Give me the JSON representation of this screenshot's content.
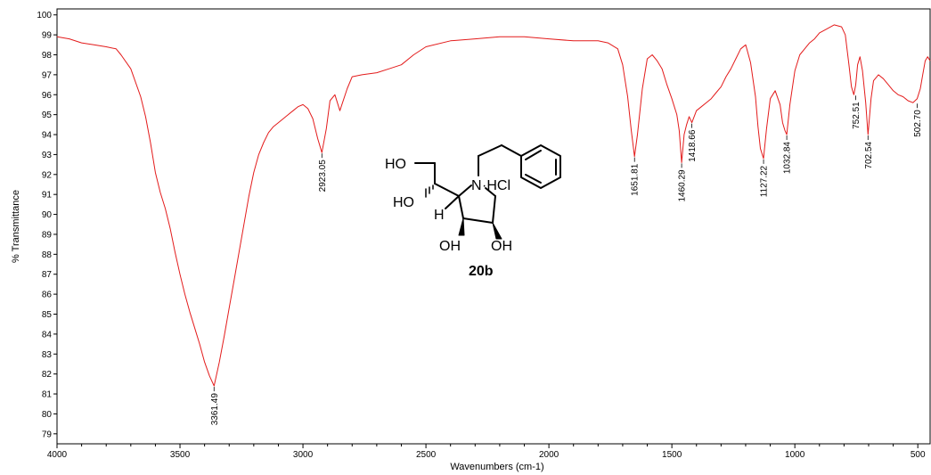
{
  "chart_data": {
    "type": "line",
    "xlabel": "Wavenumbers (cm-1)",
    "ylabel": "% Transmittance",
    "xlim": [
      4000,
      450
    ],
    "ylim": [
      78.5,
      100.3
    ],
    "x_reversed": true,
    "grid": false,
    "x_ticks": [
      4000,
      3500,
      3000,
      2500,
      2000,
      1500,
      1000,
      500
    ],
    "y_ticks": [
      79,
      80,
      81,
      82,
      83,
      84,
      85,
      86,
      87,
      88,
      89,
      90,
      91,
      92,
      93,
      94,
      95,
      96,
      97,
      98,
      99,
      100
    ],
    "line_color": "#e31b1b",
    "series": [
      {
        "x": [
          4000,
          3950,
          3900,
          3850,
          3800,
          3760,
          3740,
          3700,
          3660,
          3640,
          3620,
          3600,
          3580,
          3560,
          3540,
          3520,
          3500,
          3480,
          3460,
          3440,
          3420,
          3400,
          3380,
          3361.49,
          3340,
          3320,
          3300,
          3280,
          3260,
          3240,
          3220,
          3200,
          3180,
          3160,
          3140,
          3120,
          3100,
          3080,
          3060,
          3040,
          3020,
          3000,
          2980,
          2960,
          2940,
          2923.05,
          2905,
          2890,
          2870,
          2850,
          2820,
          2800,
          2760,
          2700,
          2650,
          2600,
          2550,
          2500,
          2400,
          2300,
          2200,
          2100,
          2000,
          1900,
          1800,
          1760,
          1720,
          1700,
          1680,
          1665,
          1651.81,
          1640,
          1620,
          1600,
          1580,
          1560,
          1540,
          1520,
          1500,
          1480,
          1470,
          1460.29,
          1450,
          1440,
          1430,
          1418.66,
          1400,
          1380,
          1360,
          1340,
          1320,
          1300,
          1280,
          1260,
          1240,
          1220,
          1200,
          1180,
          1160,
          1150,
          1140,
          1127.22,
          1115,
          1100,
          1080,
          1060,
          1050,
          1040,
          1032.84,
          1020,
          1000,
          980,
          960,
          940,
          920,
          900,
          870,
          840,
          810,
          795,
          780,
          770,
          760,
          752.51,
          745,
          735,
          725,
          712,
          702.54,
          690,
          680,
          660,
          640,
          620,
          600,
          580,
          560,
          540,
          520,
          502.7,
          490,
          480,
          470,
          460,
          450
        ],
        "y": [
          98.9,
          98.8,
          98.6,
          98.5,
          98.4,
          98.3,
          98.0,
          97.3,
          95.9,
          94.9,
          93.6,
          92.1,
          91.1,
          90.3,
          89.3,
          88.1,
          87.0,
          86.0,
          85.1,
          84.3,
          83.5,
          82.6,
          81.9,
          81.4,
          82.6,
          83.9,
          85.3,
          86.7,
          88.1,
          89.5,
          90.9,
          92.1,
          93.0,
          93.6,
          94.1,
          94.4,
          94.6,
          94.8,
          95.0,
          95.2,
          95.4,
          95.5,
          95.3,
          94.8,
          93.8,
          93.1,
          94.3,
          95.7,
          96.0,
          95.2,
          96.3,
          96.9,
          97.0,
          97.1,
          97.3,
          97.5,
          98.0,
          98.4,
          98.7,
          98.8,
          98.9,
          98.9,
          98.8,
          98.7,
          98.7,
          98.6,
          98.3,
          97.5,
          95.9,
          94.2,
          92.9,
          94.0,
          96.3,
          97.8,
          98.0,
          97.7,
          97.3,
          96.5,
          95.8,
          95.0,
          94.2,
          92.6,
          94.0,
          94.5,
          94.9,
          94.6,
          95.2,
          95.4,
          95.6,
          95.8,
          96.1,
          96.4,
          96.9,
          97.3,
          97.8,
          98.3,
          98.5,
          97.6,
          95.9,
          94.4,
          93.3,
          92.8,
          94.3,
          95.8,
          96.2,
          95.5,
          94.6,
          94.2,
          94.0,
          95.5,
          97.2,
          98.0,
          98.3,
          98.6,
          98.8,
          99.1,
          99.3,
          99.5,
          99.4,
          99.0,
          97.5,
          96.4,
          96.0,
          96.5,
          97.5,
          97.9,
          97.2,
          95.6,
          94.0,
          95.8,
          96.7,
          97.0,
          96.8,
          96.5,
          96.2,
          96.0,
          95.9,
          95.7,
          95.6,
          95.8,
          96.3,
          97.0,
          97.7,
          97.9,
          97.7
        ]
      }
    ],
    "annotations": [
      {
        "x": 3361.49,
        "y": 81.4,
        "label": "3361.49"
      },
      {
        "x": 2923.05,
        "y": 93.1,
        "label": "2923.05"
      },
      {
        "x": 1651.81,
        "y": 92.9,
        "label": "1651.81"
      },
      {
        "x": 1460.29,
        "y": 92.6,
        "label": "1460.29"
      },
      {
        "x": 1418.66,
        "y": 94.6,
        "label": "1418.66"
      },
      {
        "x": 1127.22,
        "y": 92.8,
        "label": "1127.22"
      },
      {
        "x": 1032.84,
        "y": 94.0,
        "label": "1032.84"
      },
      {
        "x": 752.51,
        "y": 96.0,
        "label": "752.51"
      },
      {
        "x": 702.54,
        "y": 94.0,
        "label": "702.54"
      },
      {
        "x": 502.7,
        "y": 95.6,
        "label": "502.70"
      }
    ]
  },
  "structure": {
    "compound_label": "20b",
    "ho_top": "HO",
    "ho_side": "HO",
    "h_label": "H",
    "n_label": "N",
    "hcl_label": "·HCl",
    "oh_left": "OH",
    "oh_right": "OH"
  }
}
